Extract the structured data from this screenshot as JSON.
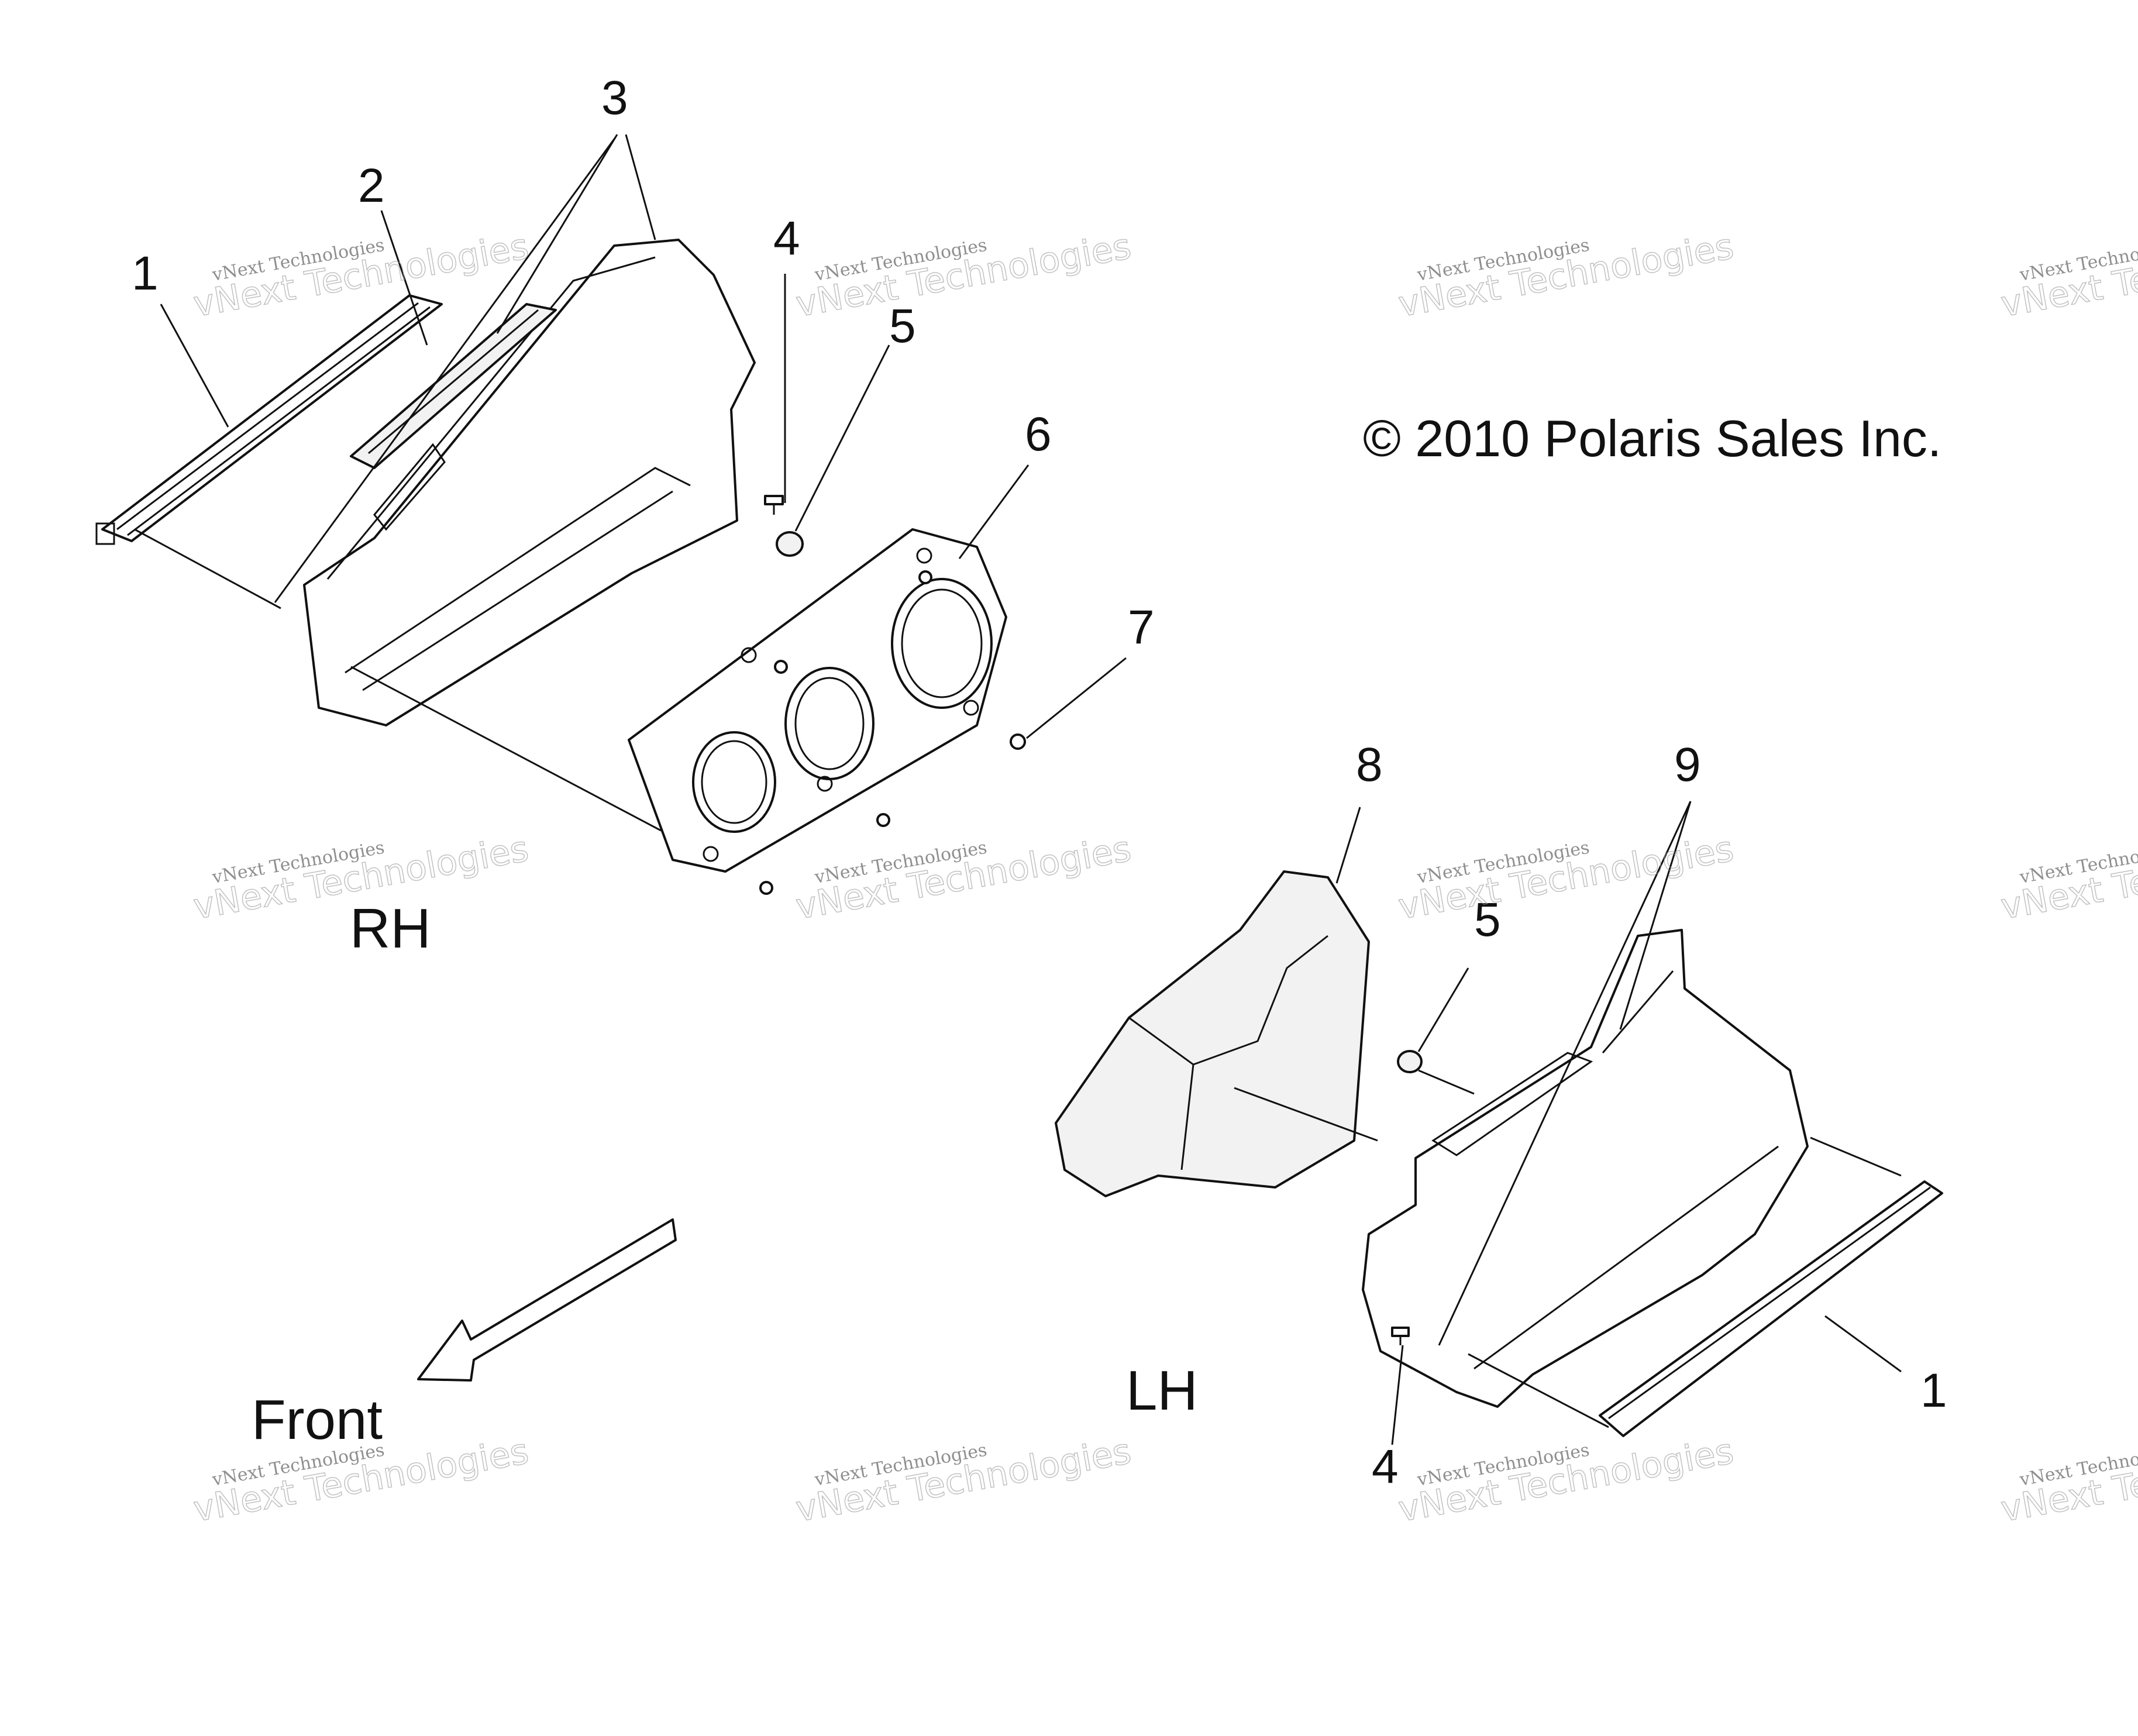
{
  "copyright": "© 2010 Polaris Sales Inc.",
  "side_labels": {
    "rh": "RH",
    "lh": "LH"
  },
  "front_label": "Front",
  "callouts": {
    "rh_1": "1",
    "rh_2": "2",
    "rh_3": "3",
    "rh_4": "4",
    "rh_5": "5",
    "rh_6": "6",
    "rh_7": "7",
    "lh_8": "8",
    "lh_9": "9",
    "lh_5": "5",
    "lh_4": "4",
    "lh_1": "1"
  },
  "watermark": {
    "small": "vNext Technologies",
    "big": "vNext Technologies"
  },
  "colors": {
    "line": "#111111",
    "background": "#ffffff"
  }
}
